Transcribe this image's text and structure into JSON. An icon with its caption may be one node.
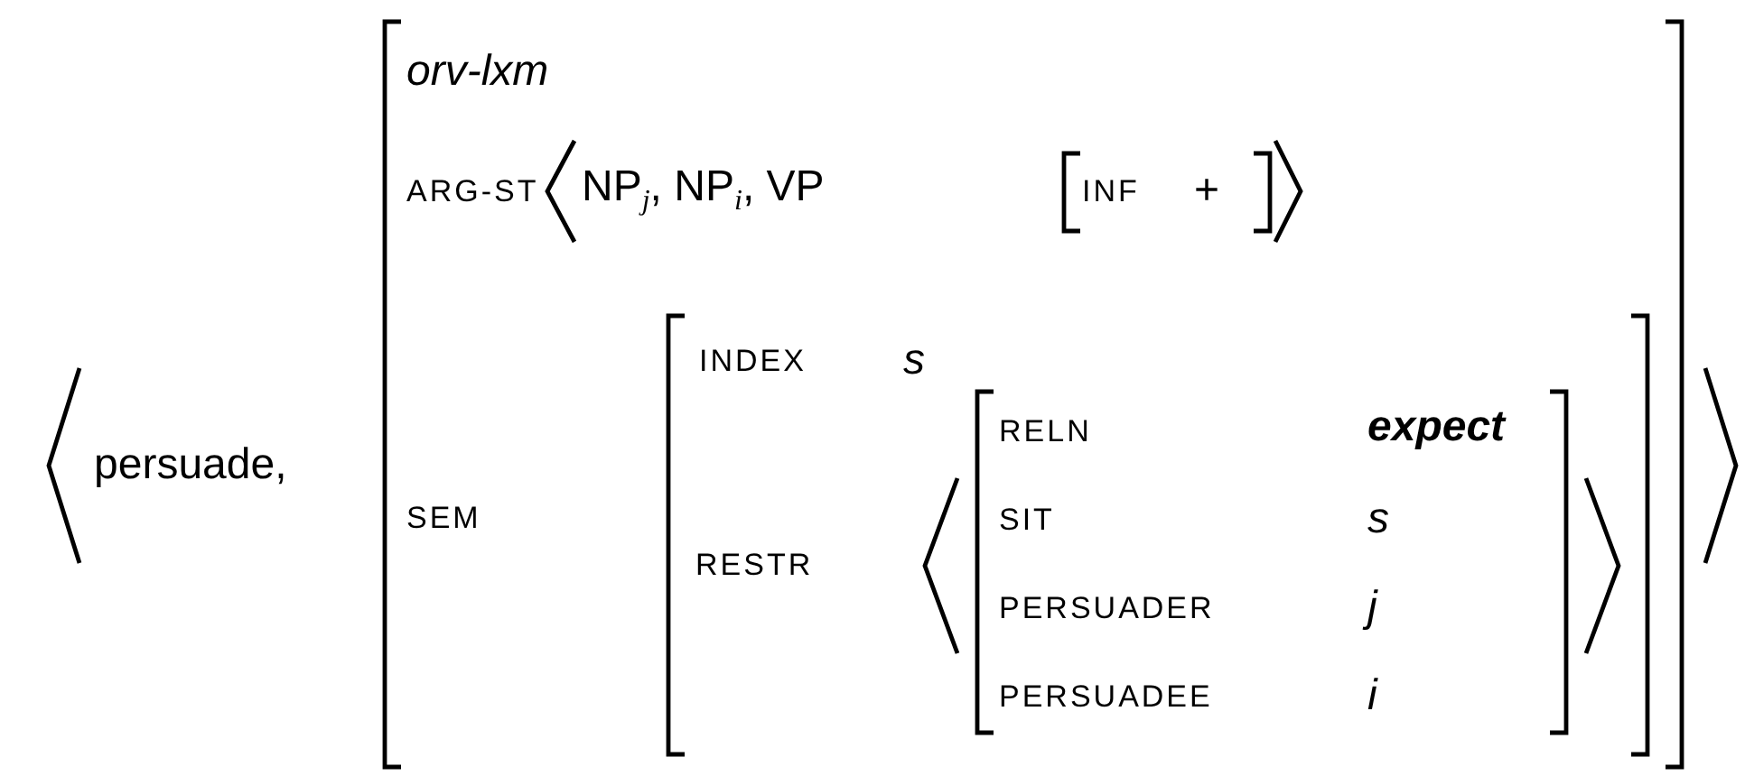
{
  "diagram": {
    "labels": [
      "persuade,",
      "orv-lxm",
      "ARG-ST",
      "NP$_{j}$, NP$_{i}$, VP",
      "INF",
      "+",
      "INDEX",
      "s",
      "SEM",
      "RELN",
      "expect",
      "RESTR",
      "SIT",
      "s",
      "PERSUADER",
      "j",
      "PERSUADEE",
      "i"
    ]
  }
}
